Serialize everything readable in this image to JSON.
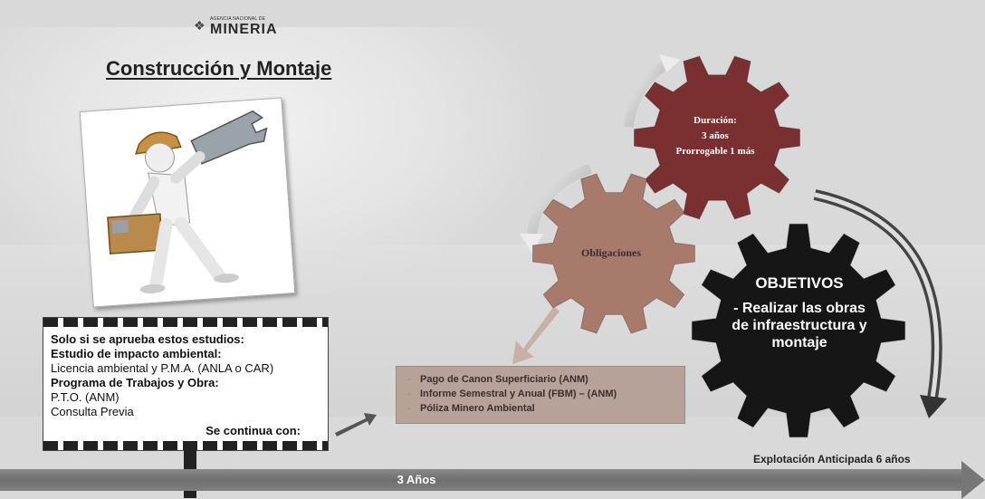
{
  "logo": {
    "small_text": "AGENCIA NACIONAL DE",
    "name": "MINERIA"
  },
  "title": "Construcción y Montaje",
  "note": {
    "lines": [
      {
        "text": "Solo si se aprueba estos estudios:",
        "bold": true
      },
      {
        "text": "Estudio de impacto ambiental:",
        "bold": true
      },
      {
        "text": "Licencia ambiental y P.M.A. (ANLA o CAR)",
        "bold": false
      },
      {
        "text": "Programa de Trabajos y Obra:",
        "bold": true
      },
      {
        "text": "P.T.O. (ANM)",
        "bold": false
      },
      {
        "text": "Consulta Previa",
        "bold": false
      }
    ],
    "continua": "Se continua con:"
  },
  "obligations_list": [
    "Pago de Canon Superficiario (ANM)",
    "Informe Semestral y Anual (FBM) – (ANM)",
    "Póliza Minero Ambiental"
  ],
  "gears": {
    "duracion": {
      "heading": "Duración:",
      "line1": "3 años",
      "line2": "Prorrogable 1 más"
    },
    "obligaciones": "Obligaciones",
    "objetivos": {
      "heading": "OBJETIVOS",
      "body": "- Realizar las obras de infraestructura y montaje"
    }
  },
  "timeline": {
    "years": "3 Años",
    "end_label": "Explotación Anticipada 6 años"
  },
  "colors": {
    "gear_duracion": "#7a3030",
    "gear_obligaciones": "#a87a6c",
    "gear_objetivos": "#161616",
    "list_bg": "#b7a29a",
    "timeline": "#777777"
  }
}
